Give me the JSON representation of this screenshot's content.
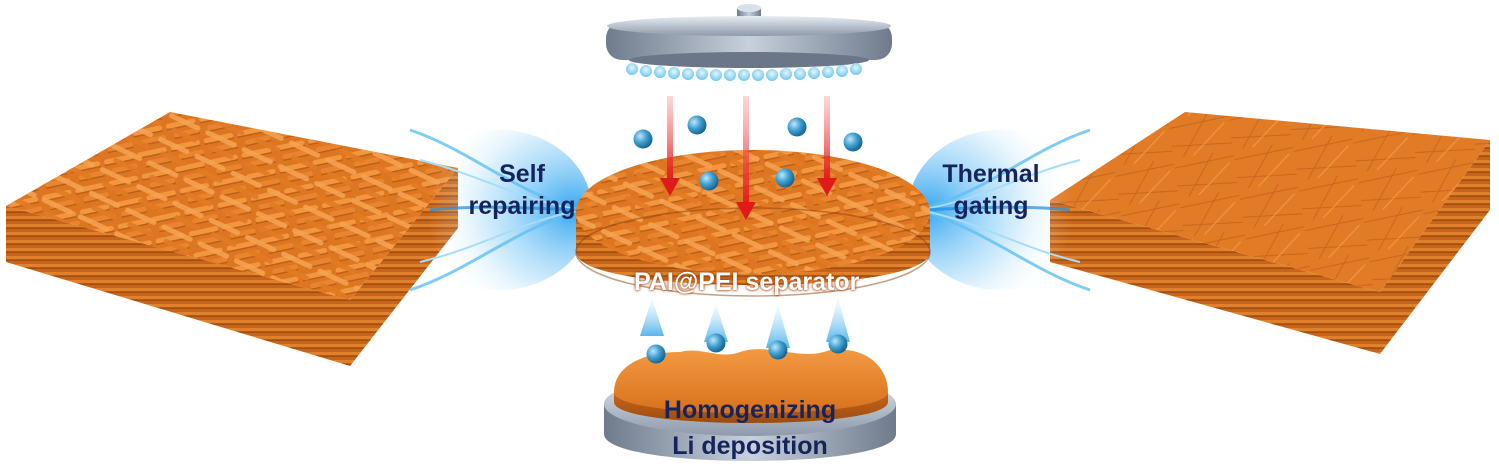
{
  "labels": {
    "left_line1": "Self",
    "left_line2": "repairing",
    "right_line1": "Thermal",
    "right_line2": "gating",
    "center": "PAI@PEI separator",
    "bottom_line1": "Homogenizing",
    "bottom_line2": "Li deposition"
  },
  "icons": [
    "shower-head-icon",
    "heat-arrow-icon",
    "lithium-ion-icon",
    "fiber-membrane-icon",
    "energy-swirl-icon",
    "electrode-disk-icon"
  ],
  "colors": {
    "fiber": "#e07a22",
    "fiber_dark": "#a8500f",
    "fiber_light": "#f59a45",
    "label_text": "#16245e",
    "ion": "#2f8fc2",
    "arrow": "#e32525",
    "swirl": "#39a9ea",
    "metal": "#9ea9b8"
  }
}
